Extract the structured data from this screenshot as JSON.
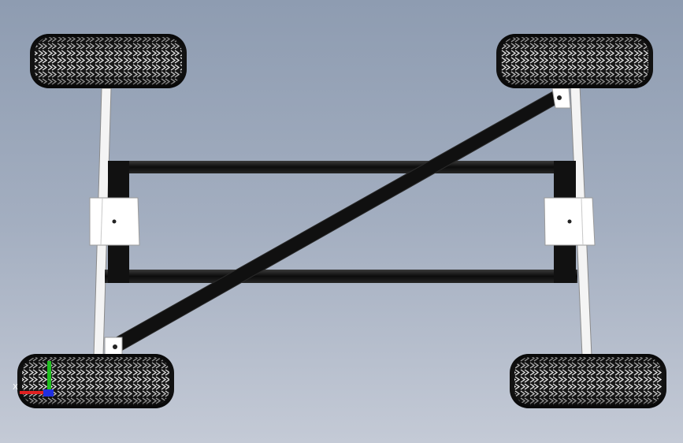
{
  "scene": {
    "subject": "chassis-bottom-view",
    "wheel_count": 4
  },
  "triad": {
    "x_label": "X"
  },
  "colors": {
    "background_top": "#8e9cb1",
    "background_bottom": "#c4cad6",
    "frame": "#141414",
    "axle": "#f4f4f4",
    "bracket": "#ffffff",
    "tire": "#1a1a1a",
    "axis_x": "#e02020",
    "axis_y": "#20c020",
    "axis_z": "#2030e0"
  }
}
